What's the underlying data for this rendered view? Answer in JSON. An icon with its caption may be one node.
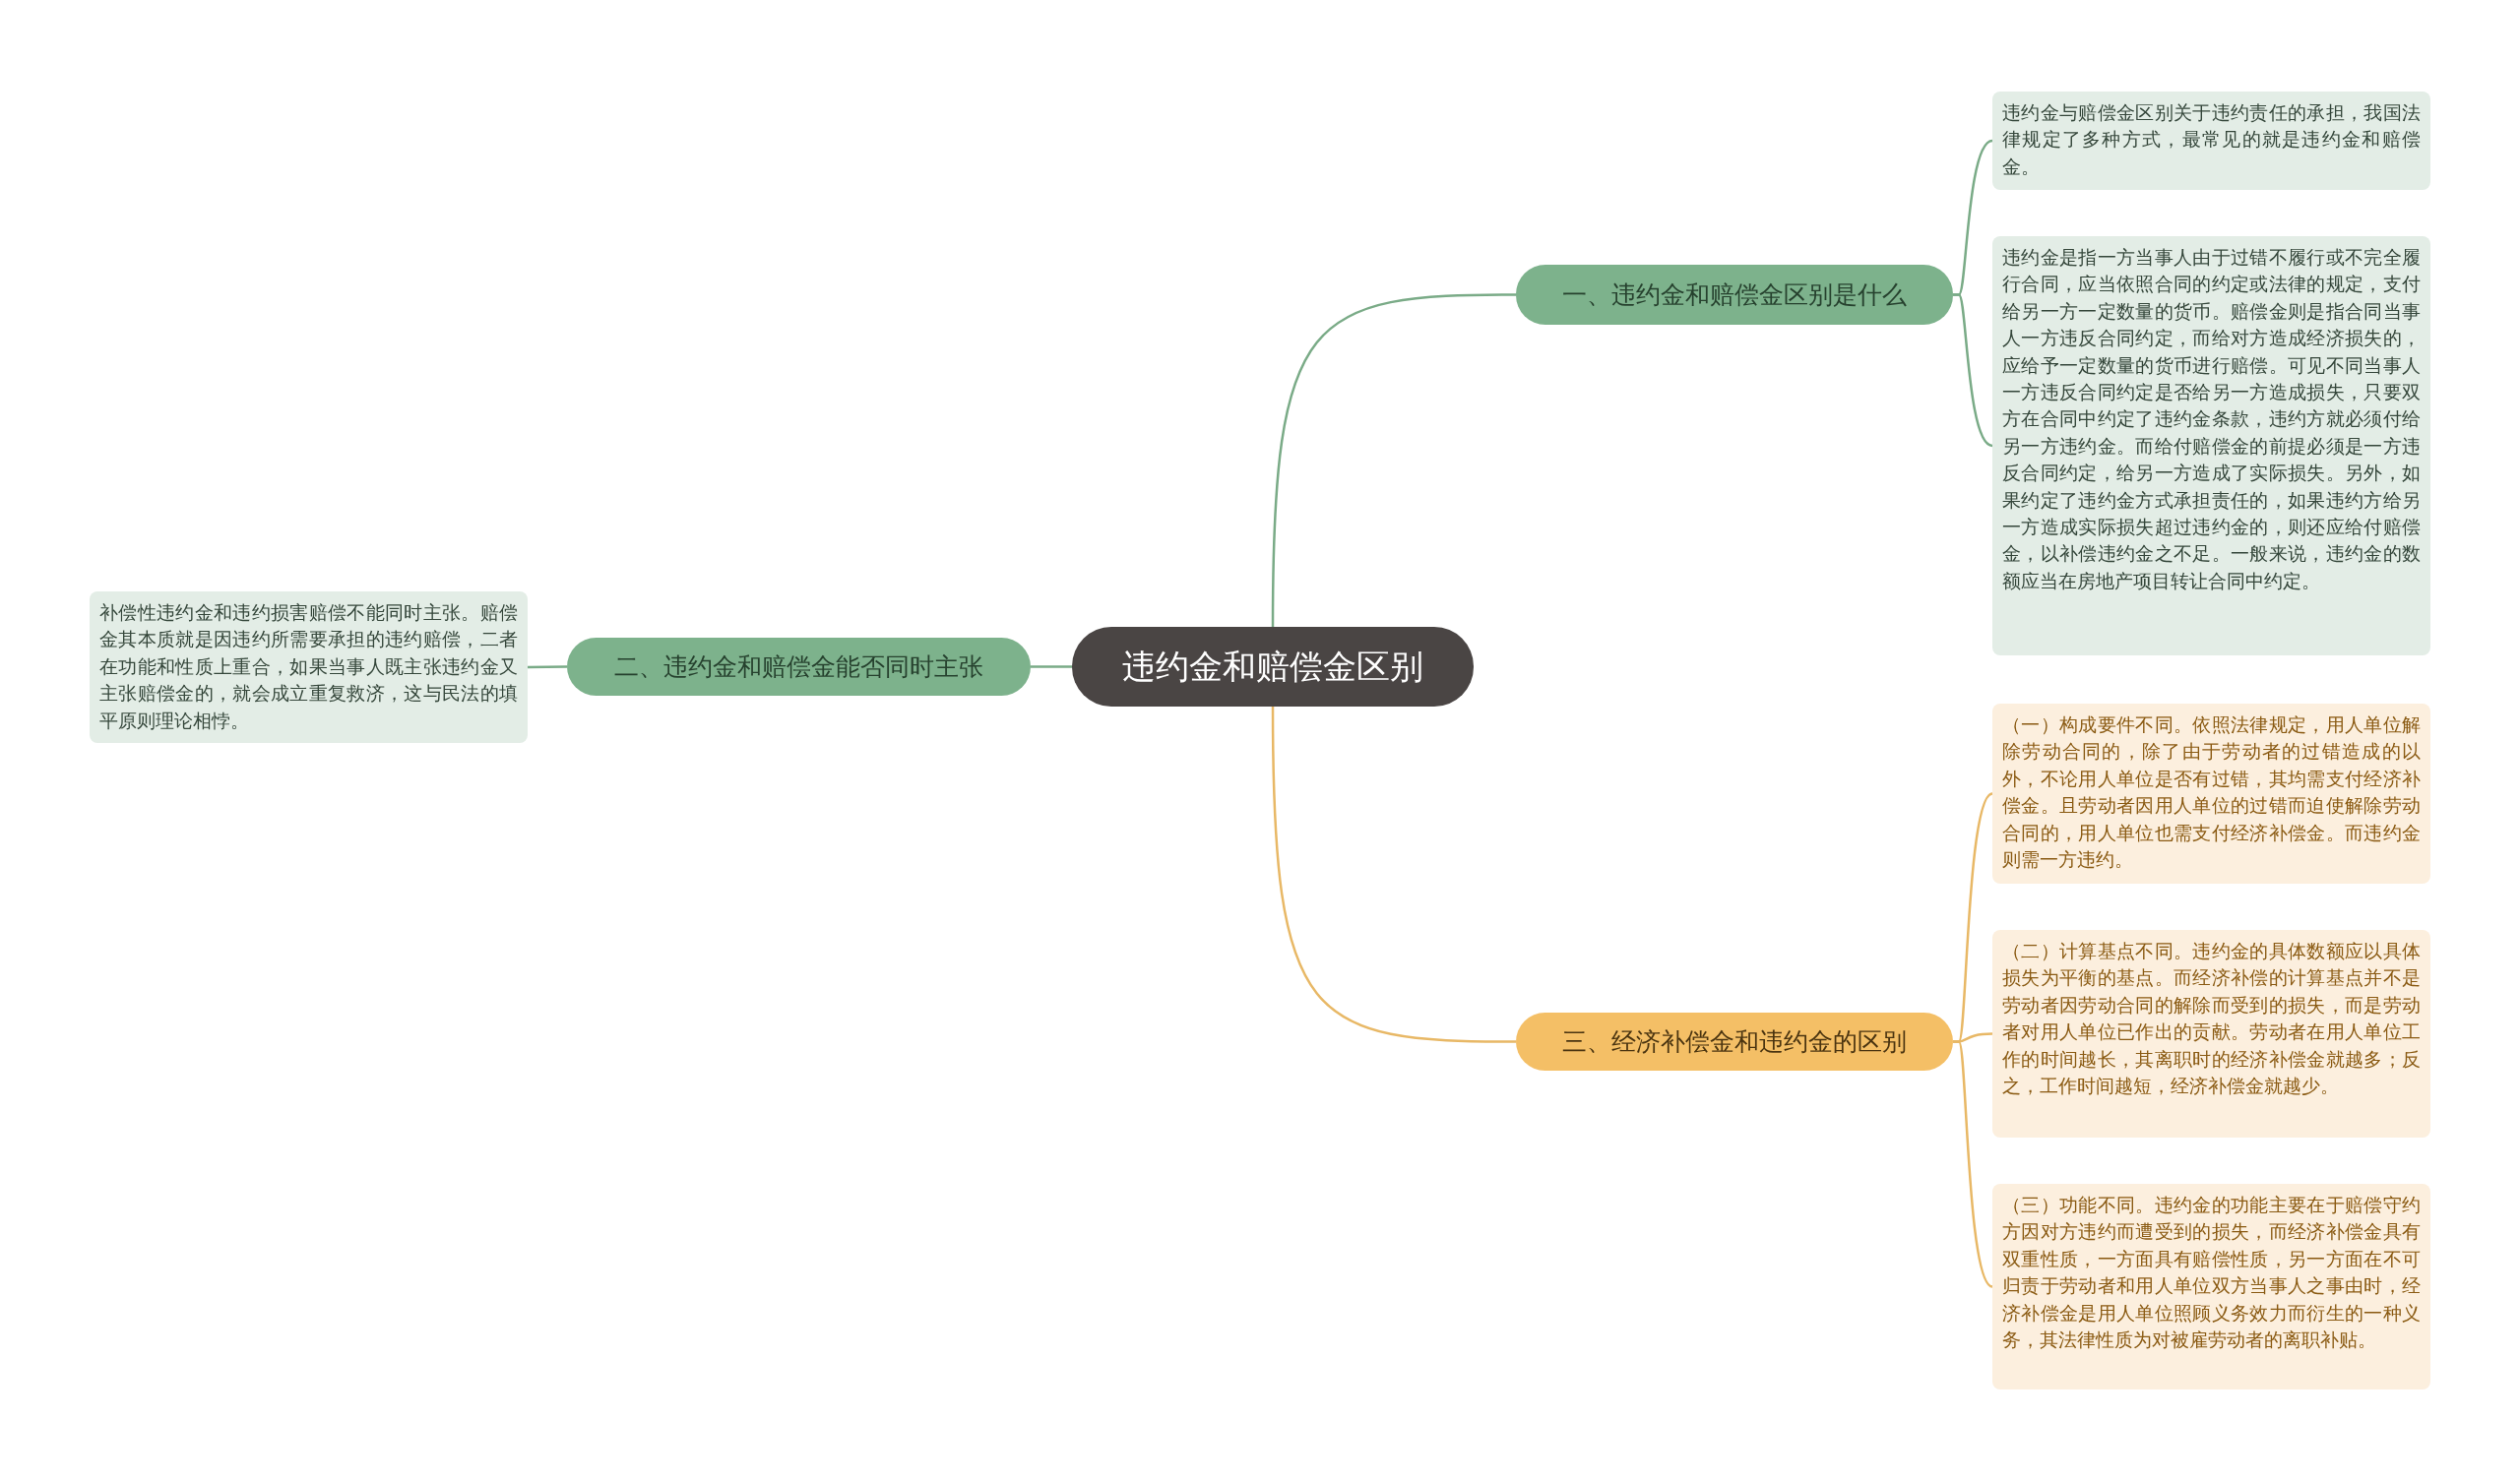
{
  "diagram": {
    "nodes": [
      {
        "text": [
          "违约金和赔偿金区别"
        ]
      },
      {
        "text": [
          "一、违约金和赔偿金区别是什么"
        ]
      },
      {
        "text": [
          "违约金与赔偿金区别关于违约责任的承担，我国法律规定了多种方式，最常见的就是违约金和赔偿金。"
        ]
      },
      {
        "text": [
          "违约金是指一方当事人由于过错不履行或不完全履行合同，应当依照合同的约定或法律的规定，支付给另一方一定数量的货币。赔偿金则是指合同当事人一方违反合同约定，而给对方造成经济损失的，应给予一定数量的货币进行赔偿。可见不同当事人一方违反合同约定是否给另一方造成损失，只要双方在合同中约定了违约金条款，违约方就必须付给另一方违约金。而给付赔偿金的前提必须是一方违反合同约定，给另一方造成了实际损失。另外，如果约定了违约金方式承担责任的，如果违约方给另一方造成实际损失超过违约金的，则还应给付赔偿金，以补偿违约金之不足。一般来说，违约金的数额应当在房地产项目转让合同中约定。"
        ]
      },
      {
        "text": [
          "二、违约金和赔偿金能否同时主张"
        ]
      },
      {
        "text": [
          "补偿性违约金和违约损害赔偿不能同时主张。赔偿金其本质就是因违约所需要承担的违约赔偿，二者在功能和性质上重合，如果当事人既主张违约金又主张赔偿金的，就会成立重复救济，这与民法的填平原则理论相悖。"
        ]
      },
      {
        "text": [
          "三、经济补偿金和违约金的区别"
        ]
      },
      {
        "text": [
          "（一）构成要件不同。依照法律规定，用人单位解除劳动合同的，除了由于劳动者的过错造成的以外，不论用人单位是否有过错，其均需支付经济补偿金。且劳动者因用人单位的过错而迫使解除劳动合同的，用人单位也需支付经济补偿金。而违约金则需一方违约。"
        ]
      },
      {
        "text": [
          "（二）计算基点不同。违约金的具体数额应以具体损失为平衡的基点。而经济补偿的计算基点并不是劳动者因劳动合同的解除而受到的损失，而是劳动者对用人单位已作出的贡献。劳动者在用人单位工作的时间越长，其离职时的经济补偿金就越多；反之，工作时间越短，经济补偿金就越少。"
        ]
      },
      {
        "text": [
          "（三）功能不同。违约金的功能主要在于赔偿守约方因对方违约而遭受到的损失，而经济补偿金具有双重性质，一方面具有赔偿性质，另一方面在不可归责于劳动者和用人单位双方当事人之事由时，经济补偿金是用人单位照顾义务效力而衍生的一种义务，其法律性质为对被雇劳动者的离职补贴。"
        ]
      }
    ],
    "edges": [
      {
        "from": 0,
        "to": 1,
        "arrow": "none"
      },
      {
        "from": 1,
        "to": 2,
        "arrow": "none"
      },
      {
        "from": 1,
        "to": 3,
        "arrow": "none"
      },
      {
        "from": 0,
        "to": 4,
        "arrow": "none"
      },
      {
        "from": 4,
        "to": 5,
        "arrow": "none"
      },
      {
        "from": 0,
        "to": 6,
        "arrow": "none",
        "color": "#e8b866"
      },
      {
        "from": 6,
        "to": 7,
        "arrow": "none",
        "color": "#e8b866"
      },
      {
        "from": 6,
        "to": 8,
        "arrow": "none",
        "color": "#e8b866"
      },
      {
        "from": 6,
        "to": 9,
        "arrow": "none",
        "color": "#e8b866"
      }
    ]
  }
}
